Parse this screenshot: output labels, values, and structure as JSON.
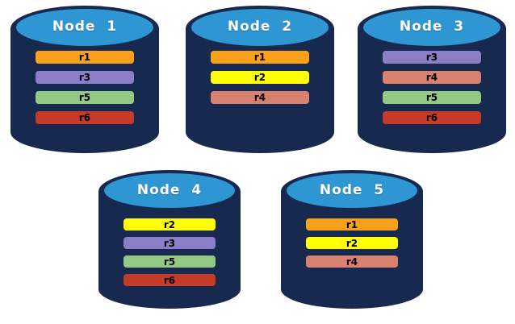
{
  "diagram": {
    "background": "#FFFFFF",
    "cylinder_body_color": "#17294E",
    "cylinder_top_color": "#2E96D2",
    "node_label_color": "#FFFFFF",
    "partition_label_color": "#000000"
  },
  "partition_palette": {
    "r1": "#F9A11B",
    "r2": "#FFFF00",
    "r3": "#8C7EC6",
    "r4": "#D8816F",
    "r5": "#93C985",
    "r6": "#C63A28"
  },
  "nodes": [
    {
      "label": "Node  1",
      "partitions": [
        {
          "label": "r1",
          "color": "#F9A11B"
        },
        {
          "label": "r3",
          "color": "#8C7EC6"
        },
        {
          "label": "r5",
          "color": "#93C985"
        },
        {
          "label": "r6",
          "color": "#C63A28"
        }
      ]
    },
    {
      "label": "Node  2",
      "partitions": [
        {
          "label": "r1",
          "color": "#F9A11B"
        },
        {
          "label": "r2",
          "color": "#FFFF00"
        },
        {
          "label": "r4",
          "color": "#D8816F"
        }
      ]
    },
    {
      "label": "Node  3",
      "partitions": [
        {
          "label": "r3",
          "color": "#8C7EC6"
        },
        {
          "label": "r4",
          "color": "#D8816F"
        },
        {
          "label": "r5",
          "color": "#93C985"
        },
        {
          "label": "r6",
          "color": "#C63A28"
        }
      ]
    },
    {
      "label": "Node  4",
      "partitions": [
        {
          "label": "r2",
          "color": "#FFFF00"
        },
        {
          "label": "r3",
          "color": "#8C7EC6"
        },
        {
          "label": "r5",
          "color": "#93C985"
        },
        {
          "label": "r6",
          "color": "#C63A28"
        }
      ]
    },
    {
      "label": "Node  5",
      "partitions": [
        {
          "label": "r1",
          "color": "#F9A11B"
        },
        {
          "label": "r2",
          "color": "#FFFF00"
        },
        {
          "label": "r4",
          "color": "#D8816F"
        }
      ]
    }
  ]
}
